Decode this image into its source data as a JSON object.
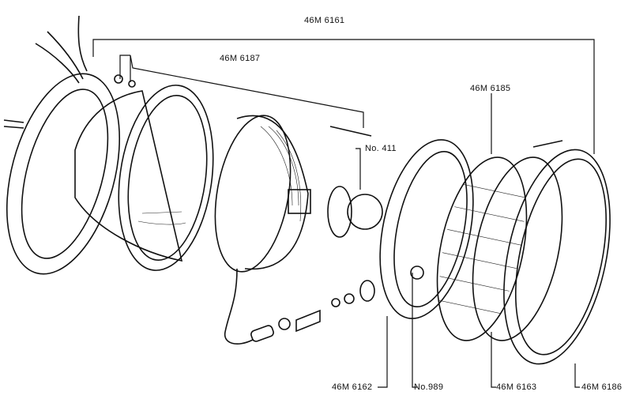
{
  "diagram": {
    "title": "Headlamp assembly exploded view",
    "labels": {
      "assembly": "46M 6161",
      "screws": "46M 6187",
      "light_unit": "46M 6185",
      "bulb_main": "No. 411",
      "rim_inner": "46M 6162",
      "bulb_pilot": "No.989",
      "retaining_ring": "46M 6163",
      "outer_rim": "46M 6186"
    }
  }
}
